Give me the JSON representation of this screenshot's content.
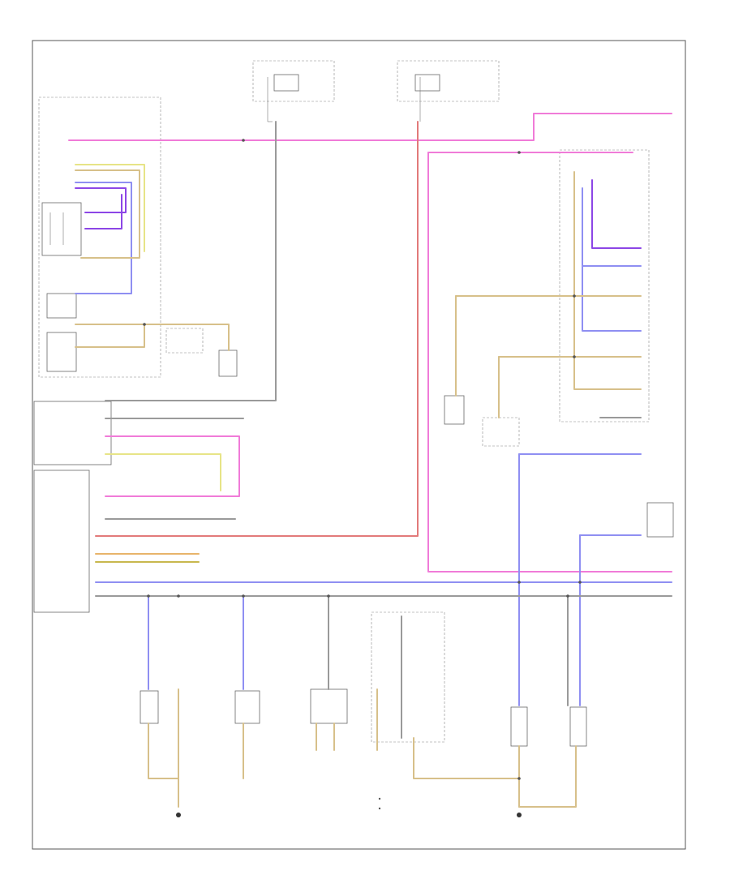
{
  "diagram": {
    "title": "",
    "page_ref": "",
    "colors": {
      "pink": "#f07bd8",
      "blue": "#8f8ff2",
      "violet": "#8c46e6",
      "tan": "#d7c08a",
      "yellow": "#e7e487",
      "gray": "#9a9a9a",
      "red": "#e27a7a",
      "orange": "#e8b46b"
    },
    "components": [
      {
        "id": "left-rear-window-switch",
        "label": ""
      },
      {
        "id": "left-rear-power-lock-actuator",
        "label": ""
      },
      {
        "id": "left-rear-door-module",
        "label": ""
      },
      {
        "id": "left-door-switch-block",
        "label": ""
      },
      {
        "id": "left-seat-module",
        "label": ""
      },
      {
        "id": "fuse-block-top-left",
        "label": ""
      },
      {
        "id": "fuse-block-top-right",
        "label": ""
      },
      {
        "id": "right-rear-door-module",
        "label": ""
      },
      {
        "id": "right-rear-courtesy-light",
        "label": ""
      },
      {
        "id": "right-front-window-switch",
        "label": ""
      },
      {
        "id": "left-bottom-module-1",
        "label": ""
      },
      {
        "id": "left-bottom-module-2",
        "label": ""
      },
      {
        "id": "center-bottom-module",
        "label": ""
      },
      {
        "id": "right-bottom-sensor-1",
        "label": ""
      },
      {
        "id": "right-bottom-sensor-2",
        "label": ""
      }
    ],
    "grounds": [
      {
        "id": "ground-left",
        "label": ""
      },
      {
        "id": "ground-right",
        "label": ""
      }
    ]
  }
}
